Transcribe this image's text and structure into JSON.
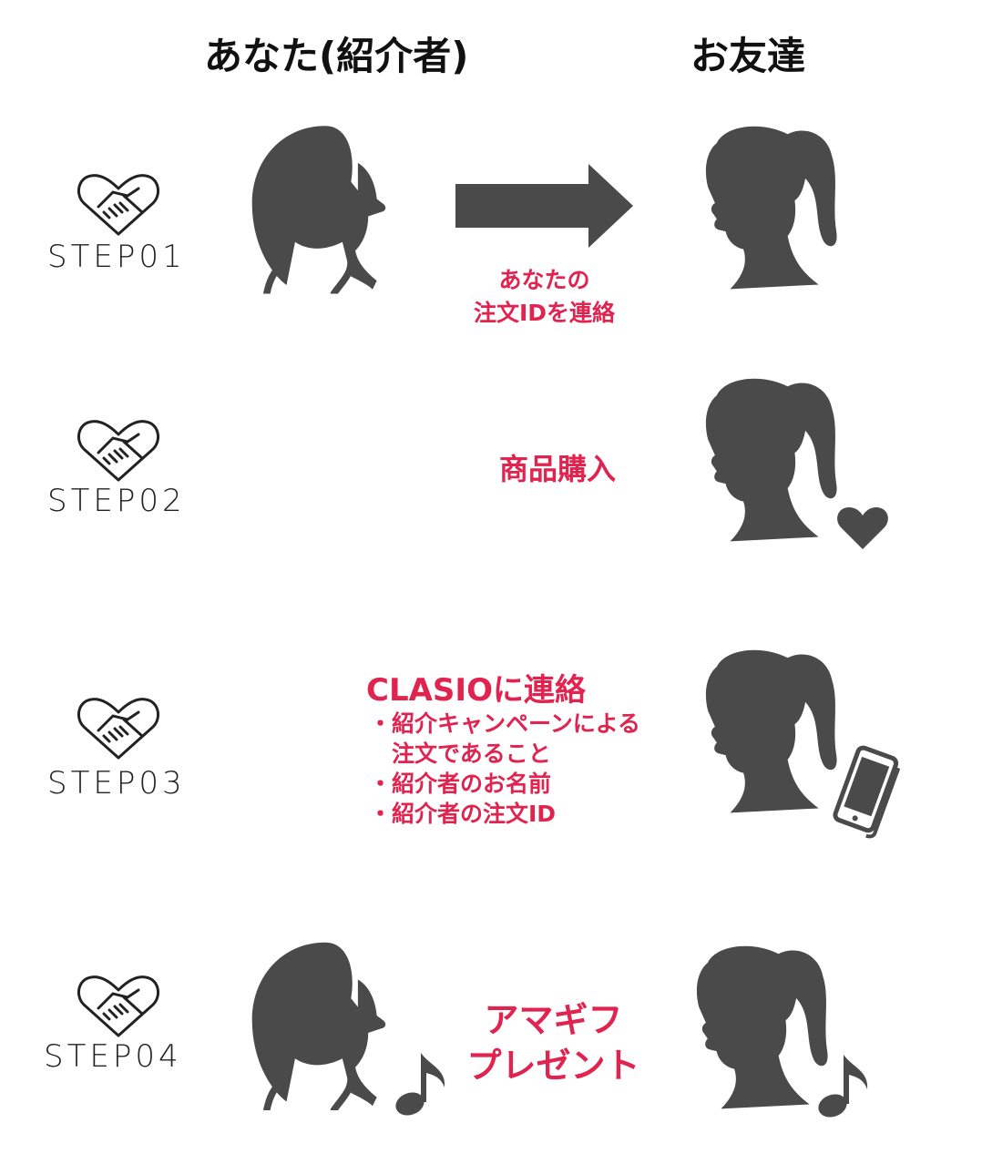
{
  "colors": {
    "silhouette": "#4a4a4a",
    "accent": "#e0234f",
    "heading": "#111111"
  },
  "headers": {
    "referrer": "あなた(紹介者)",
    "friend": "お友達"
  },
  "steps": [
    {
      "label": "STEP01",
      "icon": "handshake-heart-icon",
      "text": [
        "あなたの",
        "注文IDを連絡"
      ]
    },
    {
      "label": "STEP02",
      "icon": "handshake-heart-icon",
      "text": [
        "商品購入"
      ]
    },
    {
      "label": "STEP03",
      "icon": "handshake-heart-icon",
      "title": "CLASIOに連絡",
      "bullets": [
        "・紹介キャンペーンによる",
        "　注文であること",
        "・紹介者のお名前",
        "・紹介者の注文ID"
      ]
    },
    {
      "label": "STEP04",
      "icon": "handshake-heart-icon",
      "text": [
        "アマギフ",
        "プレゼント"
      ]
    }
  ]
}
